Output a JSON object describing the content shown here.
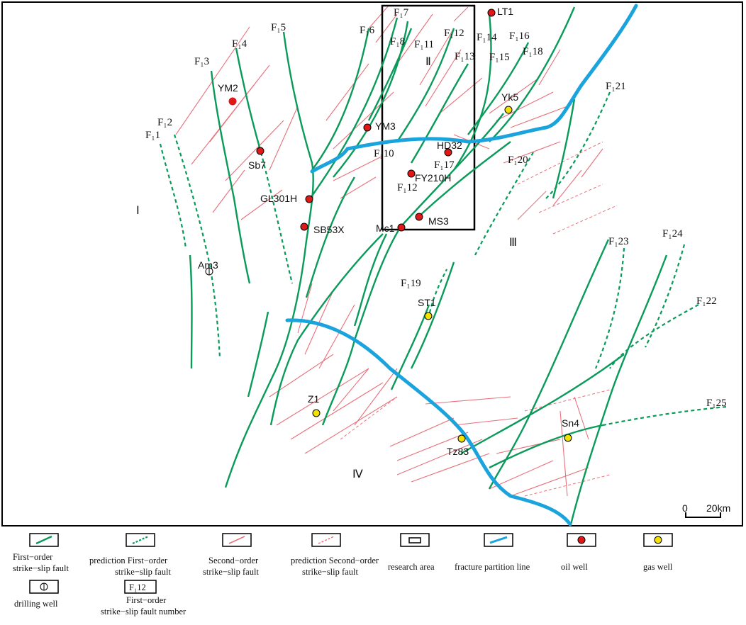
{
  "colors": {
    "first_order": "#0a9a5a",
    "second_order": "#e8707a",
    "partition_line": "#1aa3dc",
    "oil_well": "#e01818",
    "gas_well": "#f2e300",
    "frame": "#000000"
  },
  "faults": {
    "f1": "F₁1",
    "f2": "F₁2",
    "f3": "F₁3",
    "f4": "F₁4",
    "f5": "F₁5",
    "f6": "F₁6",
    "f7": "F₁7",
    "f8": "F₁8",
    "f10": "F₁10",
    "f11": "F₁11",
    "f12a": "F₁12",
    "f12b": "F₁12",
    "f13": "F₁13",
    "f14": "F₁14",
    "f15": "F₁15",
    "f16": "F₁16",
    "f17": "F₁17",
    "f18": "F₁18",
    "f19": "F₁19",
    "f20": "F₁20",
    "f21": "F₁21",
    "f22": "F₁22",
    "f23": "F₁23",
    "f24": "F₁24",
    "f25": "F₁25"
  },
  "zones": {
    "z1": "Ⅰ",
    "z2": "Ⅱ",
    "z3": "Ⅲ",
    "z4": "Ⅳ"
  },
  "wells": {
    "ym2": "YM2",
    "sb7": "Sb7",
    "ym3": "YM3",
    "lt1": "LT1",
    "yk5": "Yk5",
    "hd32": "HD32",
    "fy210h": "FY210H",
    "gl301h": "GL301H",
    "sb53x": "SB53X",
    "mc1": "Mc1",
    "ms3": "MS3",
    "am3": "Am3",
    "st1": "ST1",
    "z1": "Z1",
    "tz83": "Tz83",
    "sn4": "Sn4"
  },
  "scale_bar": {
    "start": "0",
    "end": "20km"
  },
  "legend": {
    "first_order": [
      "First−order",
      "strike−slip fault"
    ],
    "pred_first_order": [
      "prediction First−order",
      "strike−slip fault"
    ],
    "second_order": [
      "Second−order",
      "strike−slip fault"
    ],
    "pred_second_order": [
      "prediction Second−order",
      "strike−slip fault"
    ],
    "research_area": "research area",
    "partition_line": "fracture partition line",
    "oil_well": "oil well",
    "gas_well": "gas well",
    "drilling_well": "drilling well",
    "fault_number_sample": "F₁12",
    "fault_number": [
      "First−order",
      "strike−slip fault number"
    ]
  }
}
